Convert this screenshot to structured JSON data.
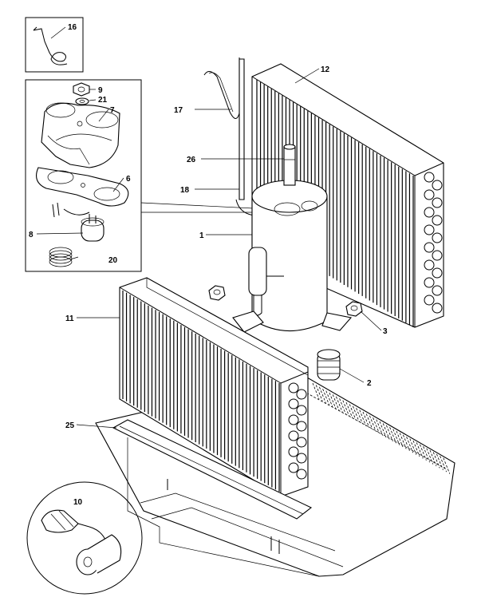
{
  "parts": [
    {
      "id": "compressor",
      "label": "1"
    },
    {
      "id": "grommet",
      "label": "2"
    },
    {
      "id": "nut",
      "label": "3"
    },
    {
      "id": "terminal-cover",
      "label": "6"
    },
    {
      "id": "terminal-cover-top",
      "label": "7"
    },
    {
      "id": "overload",
      "label": "8"
    },
    {
      "id": "cover-nut",
      "label": "9"
    },
    {
      "id": "capacitor",
      "label": "10"
    },
    {
      "id": "condenser-coil",
      "label": "11"
    },
    {
      "id": "evaporator-coil",
      "label": "12"
    },
    {
      "id": "suction-tube",
      "label": "16"
    },
    {
      "id": "thermostat-bulb",
      "label": "17"
    },
    {
      "id": "discharge-tube",
      "label": "18"
    },
    {
      "id": "overload-spring",
      "label": "20"
    },
    {
      "id": "cover-washer",
      "label": "21"
    },
    {
      "id": "sealing-strip",
      "label": "25"
    },
    {
      "id": "stud-fitting",
      "label": "26"
    }
  ]
}
